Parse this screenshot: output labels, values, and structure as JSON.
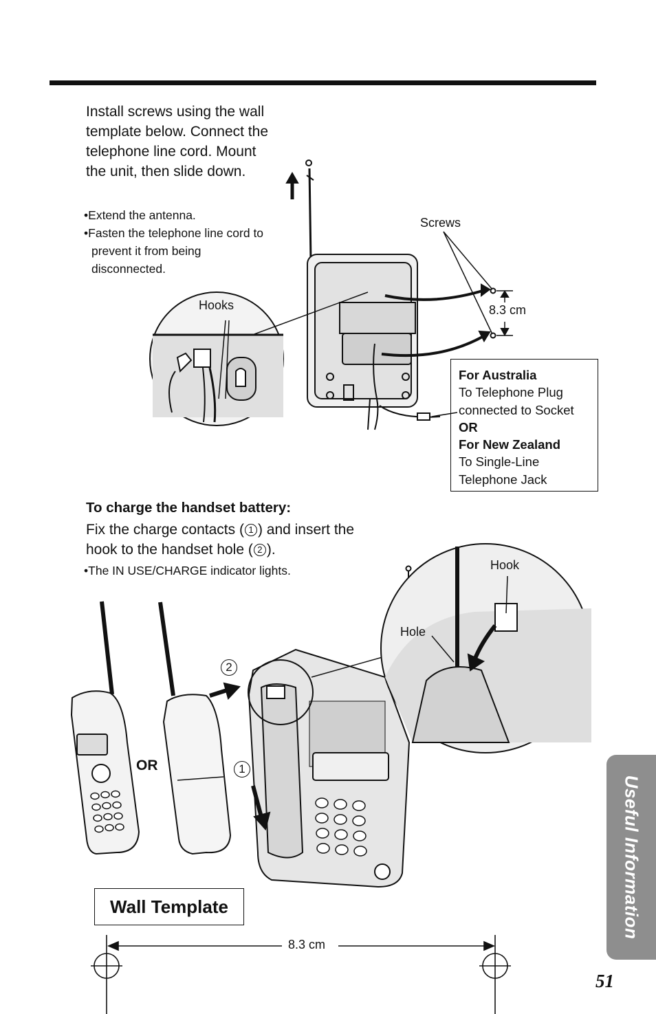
{
  "instructions": {
    "intro": "Install screws using the wall template below. Connect the telephone line cord. Mount the unit, then slide down.",
    "bullets": [
      "Extend the antenna.",
      "Fasten the telephone line cord to prevent it from being disconnected."
    ]
  },
  "diagram_labels": {
    "screws": "Screws",
    "hooks": "Hooks",
    "distance_top": "8.3 cm",
    "hook": "Hook",
    "hole": "Hole",
    "step_1": "1",
    "step_2": "2",
    "or": "OR"
  },
  "info_box": {
    "australia_heading": "For Australia",
    "australia_line1": "To Telephone Plug",
    "australia_line2": "connected to Socket",
    "or": "OR",
    "nz_heading": "For New Zealand",
    "nz_line1": "To Single-Line",
    "nz_line2": "Telephone Jack"
  },
  "charge": {
    "heading": "To charge the handset battery:",
    "text_part1": "Fix the charge contacts (",
    "circle1": "1",
    "text_part2": ") and insert the hook to the handset hole (",
    "circle2": "2",
    "text_part3": ").",
    "bullet": "The IN USE/CHARGE indicator lights."
  },
  "wall_template": {
    "title": "Wall Template",
    "distance": "8.3 cm"
  },
  "side_tab": {
    "label": "Useful Information"
  },
  "page_number": "51"
}
